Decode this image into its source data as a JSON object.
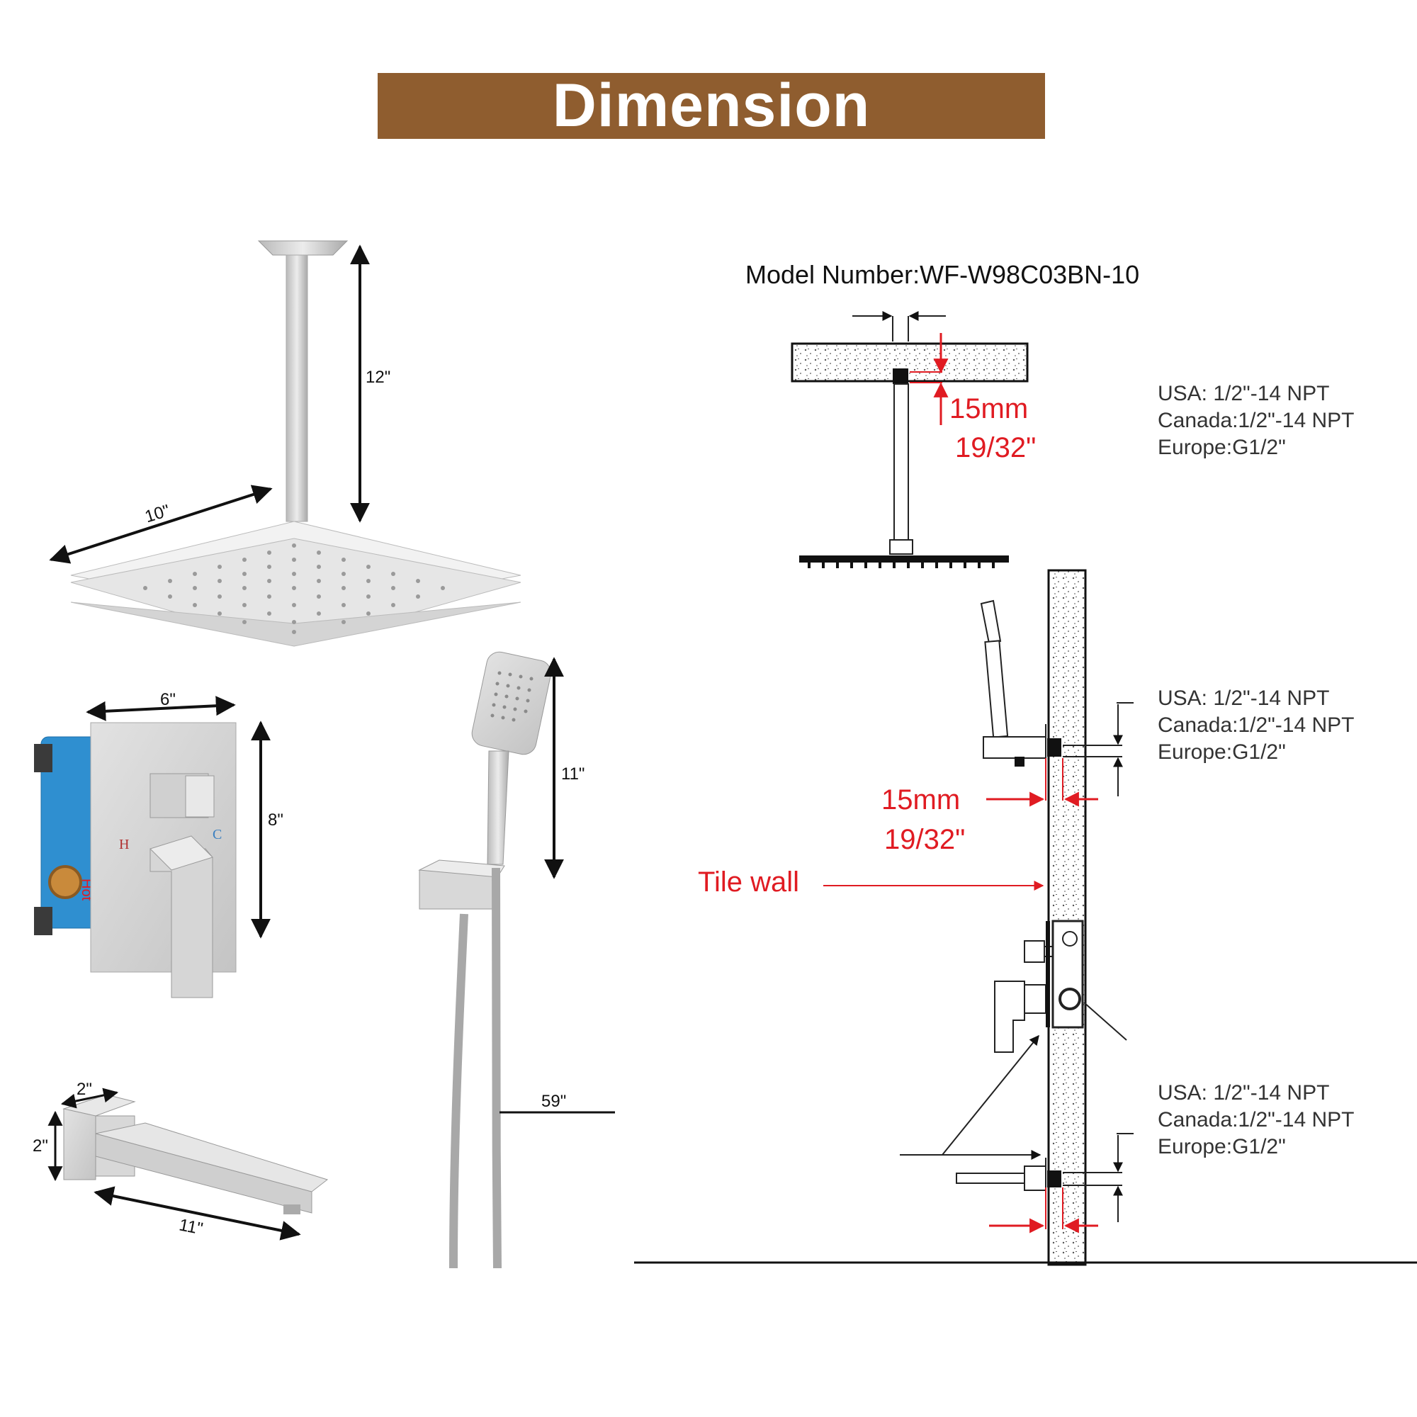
{
  "title": "Dimension",
  "model_number": "Model Number:WF-W98C03BN-10",
  "dimensions": {
    "shower_arm_length": "12\"",
    "shower_head_width": "10\"",
    "valve_plate_width": "6\"",
    "valve_plate_height": "8\"",
    "handheld_length": "11\"",
    "hose_length": "59\"",
    "spout_width": "2\"",
    "spout_height": "2\"",
    "spout_length": "11\""
  },
  "valve_labels": {
    "hot_mark": "H",
    "cold_mark": "C",
    "hot_text": "Hot"
  },
  "connection_specs": [
    {
      "usa": "USA: 1/2\"-14 NPT",
      "canada": "Canada:1/2\"-14 NPT",
      "europe": "Europe:G1/2\""
    },
    {
      "usa": "USA: 1/2\"-14 NPT",
      "canada": "Canada:1/2\"-14 NPT",
      "europe": "Europe:G1/2\""
    },
    {
      "usa": "USA: 1/2\"-14 NPT",
      "canada": "Canada:1/2\"-14 NPT",
      "europe": "Europe:G1/2\""
    }
  ],
  "install_depth": [
    {
      "mm": "15mm",
      "inch": "19/32\""
    },
    {
      "mm": "15mm",
      "inch": "19/32\""
    }
  ],
  "tile_wall_label": "Tile wall",
  "colors": {
    "banner": "#8f5d2f",
    "accent_red": "#e01b22",
    "metal": "#c8c8c8",
    "valve_box": "#2f8fd0"
  }
}
